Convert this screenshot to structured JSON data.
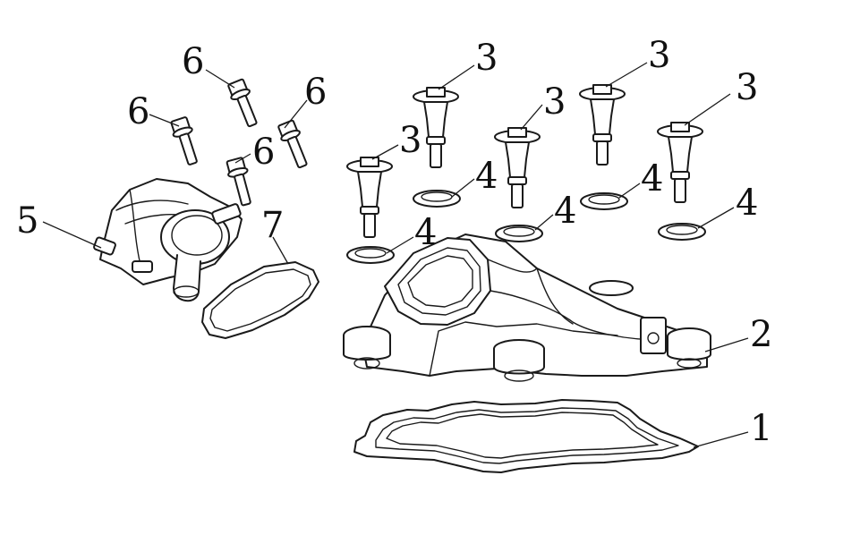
{
  "callouts": {
    "gasket_large": "1",
    "housing": "2",
    "injector_1": "3",
    "injector_2": "3",
    "injector_3": "3",
    "injector_4": "3",
    "injector_5": "3",
    "seal_1": "4",
    "seal_2": "4",
    "seal_3": "4",
    "seal_4": "4",
    "seal_5": "4",
    "pump": "5",
    "bolt_1": "6",
    "bolt_2": "6",
    "bolt_3": "6",
    "bolt_4": "6",
    "gasket_small": "7"
  },
  "colors": {
    "line": "#1a1a1a",
    "background": "#ffffff"
  }
}
